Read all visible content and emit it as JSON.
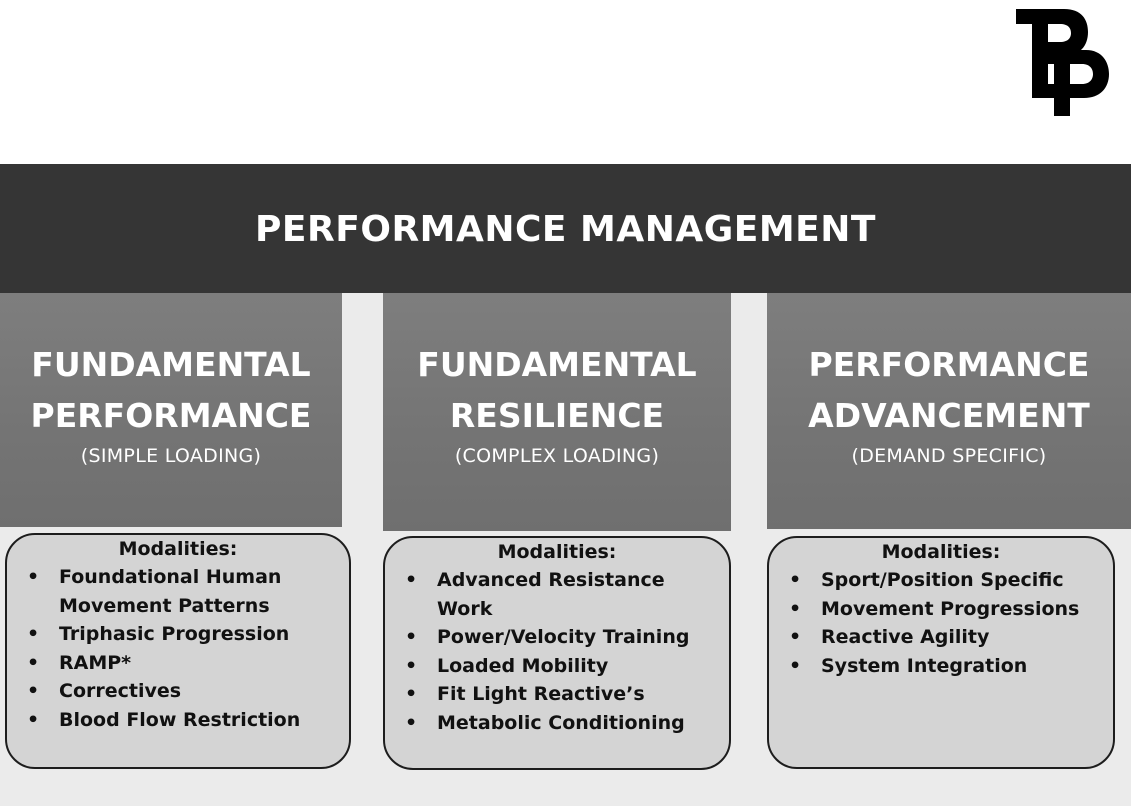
{
  "header": {
    "title": "PERFORMANCE MANAGEMENT"
  },
  "logo": {
    "icon": "pp-monogram-logo",
    "letters": "PP"
  },
  "colors": {
    "banner": "#353535",
    "column_header": "#767676",
    "modality_box": "#d4d4d4",
    "background": "#ebebeb"
  },
  "columns": [
    {
      "title_line1": "FUNDAMENTAL",
      "title_line2": "PERFORMANCE",
      "subtitle": "(SIMPLE LOADING)",
      "modalities_heading": "Modalities:",
      "items": [
        "Foundational Human Movement Patterns",
        "Triphasic Progression",
        "RAMP*",
        "Correctives",
        "Blood Flow Restriction"
      ]
    },
    {
      "title_line1": "FUNDAMENTAL",
      "title_line2": "RESILIENCE",
      "subtitle": "(COMPLEX LOADING)",
      "modalities_heading": "Modalities:",
      "items": [
        "Advanced Resistance Work",
        "Power/Velocity Training",
        "Loaded Mobility",
        "Fit Light Reactive’s",
        "Metabolic Conditioning"
      ]
    },
    {
      "title_line1": "PERFORMANCE",
      "title_line2": "ADVANCEMENT",
      "subtitle": "(DEMAND SPECIFIC)",
      "modalities_heading": "Modalities:",
      "items": [
        "Sport/Position Specific",
        "Movement Progressions",
        "Reactive Agility",
        "System Integration"
      ]
    }
  ]
}
